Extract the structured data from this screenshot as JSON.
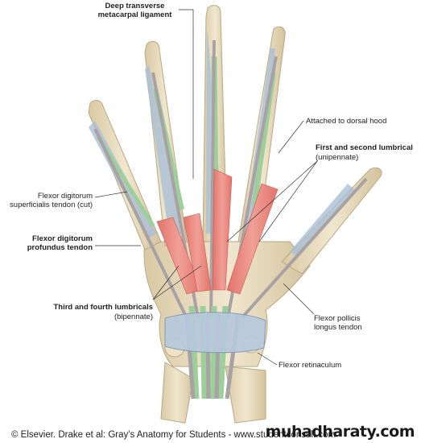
{
  "labels": {
    "deep_transverse_line1": "Deep transverse",
    "deep_transverse_line2": "metacarpal ligament",
    "dorsal_hood": "Attached to dorsal hood",
    "first_second_lumbrical": "First and second lumbrical",
    "unipennate": "(unipennate)",
    "fds_line1": "Flexor digitorum",
    "fds_line2": "superficialis tendon (cut)",
    "fdp_line1": "Flexor digitorum",
    "fdp_line2": "profundus tendon",
    "third_fourth_lumbricals": "Third and fourth lumbricals",
    "bipennate": "(bipennate)",
    "fpl_line1": "Flexor pollicis",
    "fpl_line2": "longus tendon",
    "flexor_retinaculum": "Flexor retinaculum"
  },
  "copyright": "© Elsevier. Drake et al: Gray's Anatomy for Students - www.studentconsult.com",
  "watermark": "muhadharaty.com",
  "colors": {
    "bone": "#e8dcc0",
    "bone_edge": "#b9a985",
    "sheath": "#a9bfd6",
    "sheath_edge": "#7f98b3",
    "tendon_green": "#9ccf9a",
    "tendon_grey": "#a9a2a5",
    "muscle": "#e8877c",
    "leader": "#333333"
  }
}
